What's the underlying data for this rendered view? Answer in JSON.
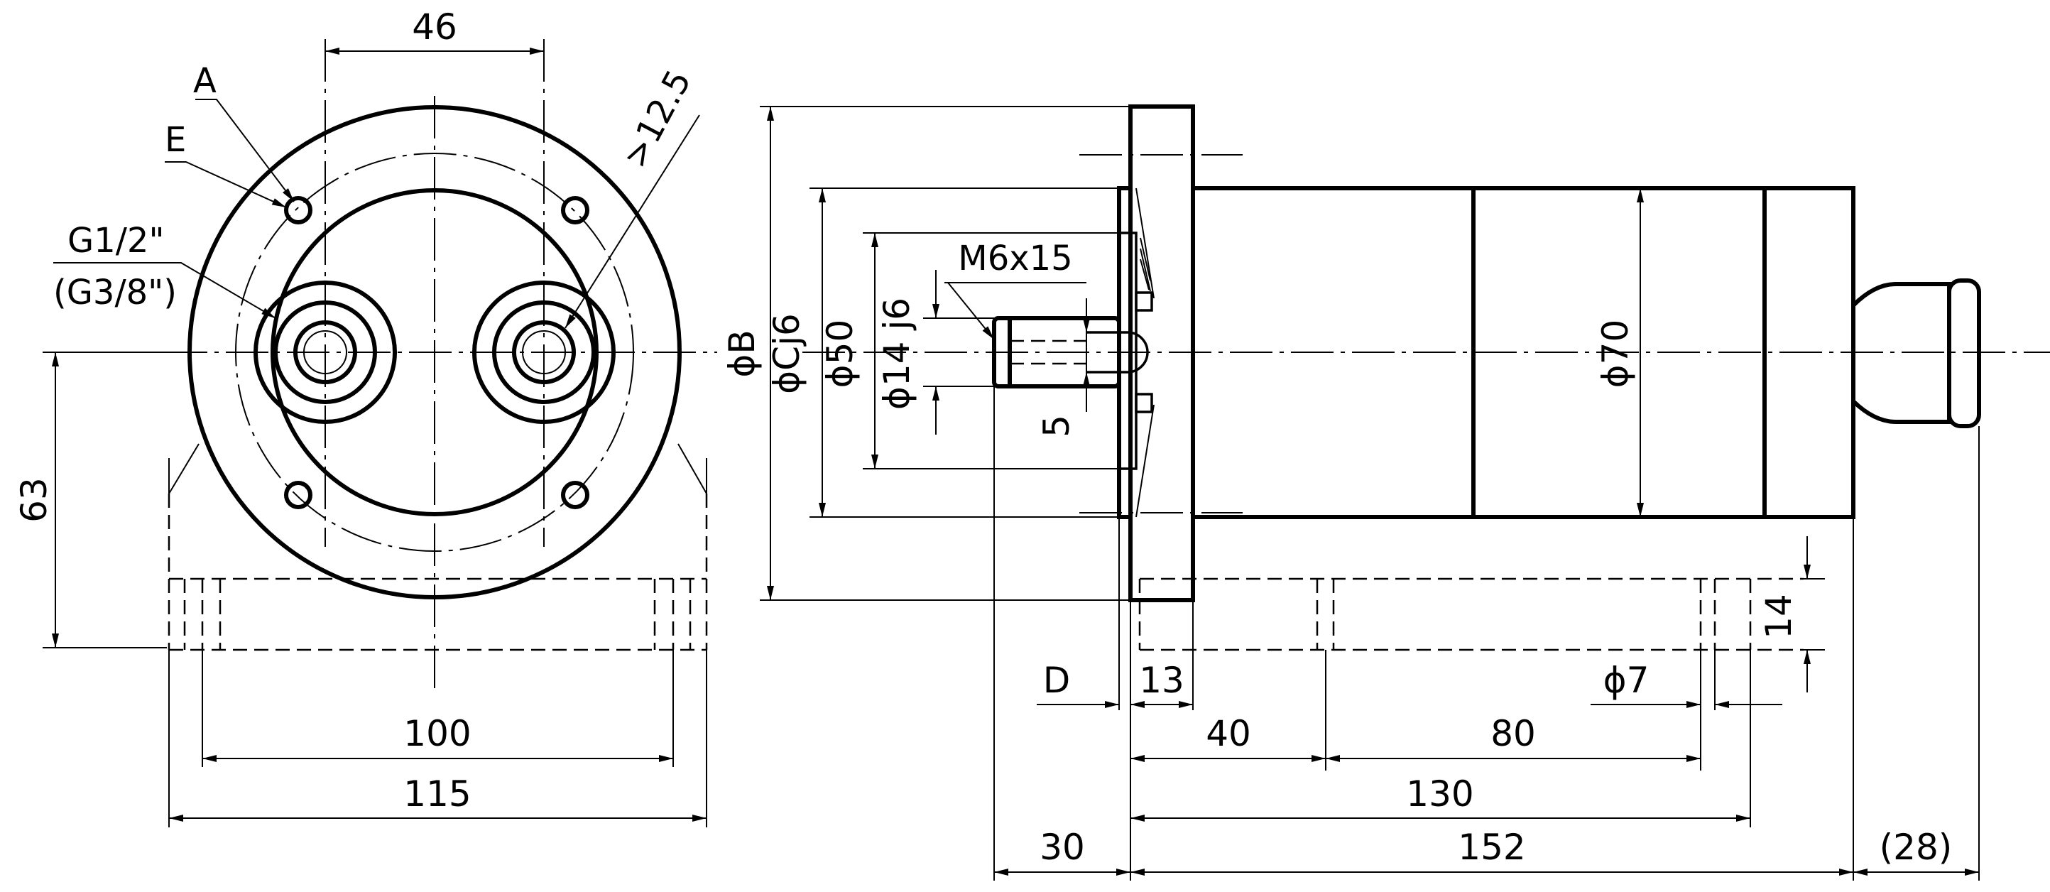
{
  "front_view": {
    "dim_46": "46",
    "label_a": "A",
    "label_e": "E",
    "port_main": "G1/2\"",
    "port_alt": "(G3/8\")",
    "dim_12_5": ">12.5",
    "dim_63": "63",
    "dim_100": "100",
    "dim_115": "115"
  },
  "side_view": {
    "dim_b": "ϕB",
    "dim_cj6": "ϕCj6",
    "dim_50": "ϕ50",
    "dim_14j6": "ϕ14 j6",
    "thread": "M6x15",
    "dim_5": "5",
    "dim_70": "ϕ70",
    "dim_d": "D",
    "dim_13": "13",
    "dim_7": "ϕ7",
    "dim_14": "14",
    "dim_40": "40",
    "dim_80": "80",
    "dim_130": "130",
    "dim_30": "30",
    "dim_152": "152",
    "dim_28": "(28)"
  }
}
